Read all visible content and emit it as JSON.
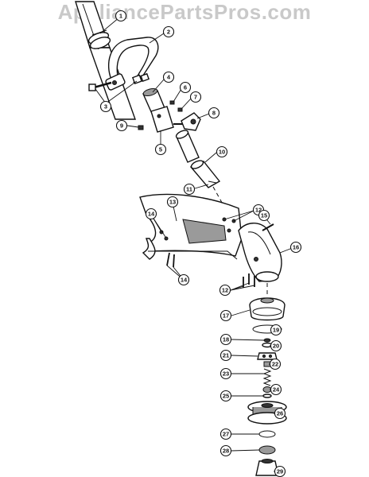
{
  "watermark": "AppliancePartsPros.com",
  "callouts": [
    {
      "id": "c1",
      "label": "1"
    },
    {
      "id": "c2",
      "label": "2"
    },
    {
      "id": "c3",
      "label": "3"
    },
    {
      "id": "c4",
      "label": "4"
    },
    {
      "id": "c5",
      "label": "5"
    },
    {
      "id": "c6",
      "label": "6"
    },
    {
      "id": "c7",
      "label": "7"
    },
    {
      "id": "c8",
      "label": "8"
    },
    {
      "id": "c9",
      "label": "9"
    },
    {
      "id": "c10",
      "label": "10"
    },
    {
      "id": "c11",
      "label": "11"
    },
    {
      "id": "c12a",
      "label": "12"
    },
    {
      "id": "c12b",
      "label": "12"
    },
    {
      "id": "c13",
      "label": "13"
    },
    {
      "id": "c14a",
      "label": "14"
    },
    {
      "id": "c14b",
      "label": "14"
    },
    {
      "id": "c15",
      "label": "15"
    },
    {
      "id": "c16",
      "label": "16"
    },
    {
      "id": "c17",
      "label": "17"
    },
    {
      "id": "c18",
      "label": "18"
    },
    {
      "id": "c19",
      "label": "19"
    },
    {
      "id": "c20",
      "label": "20"
    },
    {
      "id": "c21",
      "label": "21"
    },
    {
      "id": "c22",
      "label": "22"
    },
    {
      "id": "c23",
      "label": "23"
    },
    {
      "id": "c24",
      "label": "24"
    },
    {
      "id": "c25",
      "label": "25"
    },
    {
      "id": "c26",
      "label": "26"
    },
    {
      "id": "c27",
      "label": "27"
    },
    {
      "id": "c28",
      "label": "28"
    },
    {
      "id": "c29",
      "label": "29"
    }
  ]
}
